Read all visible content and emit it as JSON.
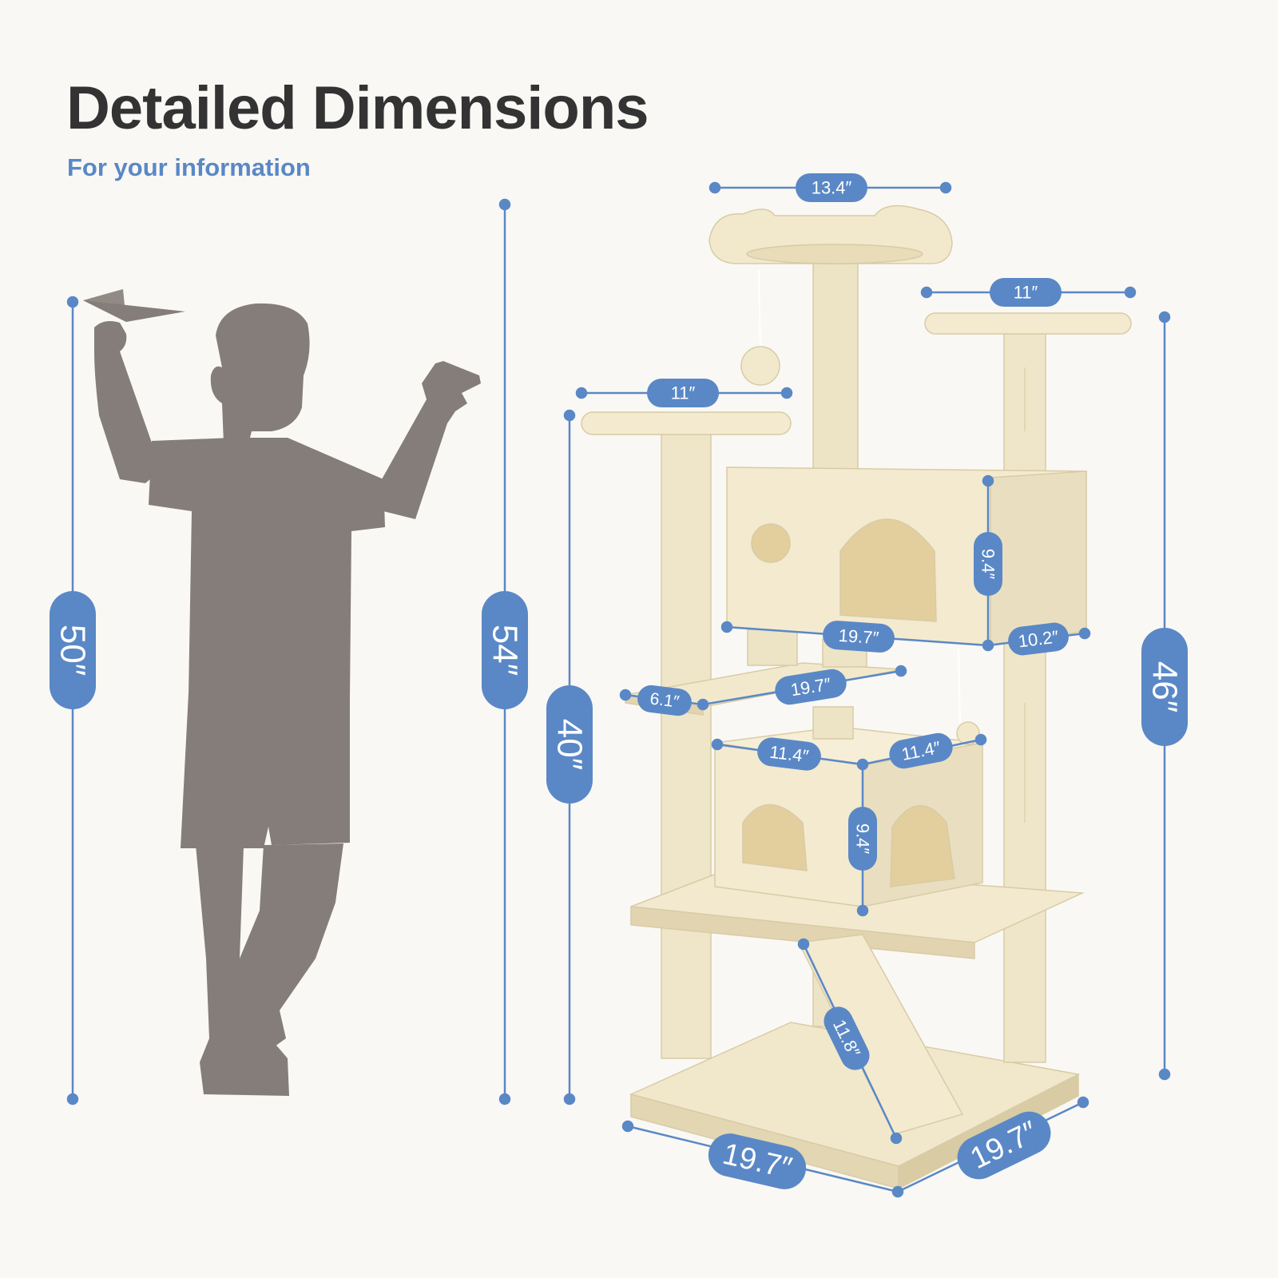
{
  "header": {
    "title": "Detailed Dimensions",
    "subtitle": "For your information"
  },
  "colors": {
    "background": "#faf8f4",
    "title": "#333333",
    "accent": "#5a88c6",
    "silhouette": "#857d79",
    "plush": "#f1e8cc"
  },
  "icons": {
    "person": "child-silhouette-icon",
    "product": "cat-tree-illustration"
  },
  "dimensions": {
    "child_height": "50″",
    "tree_total_height": "54″",
    "top_perch_width": "13.4″",
    "right_platform_width": "11″",
    "left_platform_width": "11″",
    "left_platform_height": "40″",
    "right_platform_height": "46″",
    "upper_condo_height": "9.4″",
    "upper_condo_length": "19.7″",
    "upper_condo_depth": "10.2″",
    "middle_platform_depth": "6.1″",
    "middle_platform_length": "19.7″",
    "lower_condo_width": "11.4″",
    "lower_condo_depth": "11.4″",
    "lower_condo_height": "9.4″",
    "ramp_length": "11.8″",
    "base_width": "19.7″",
    "base_depth": "19.7″"
  }
}
